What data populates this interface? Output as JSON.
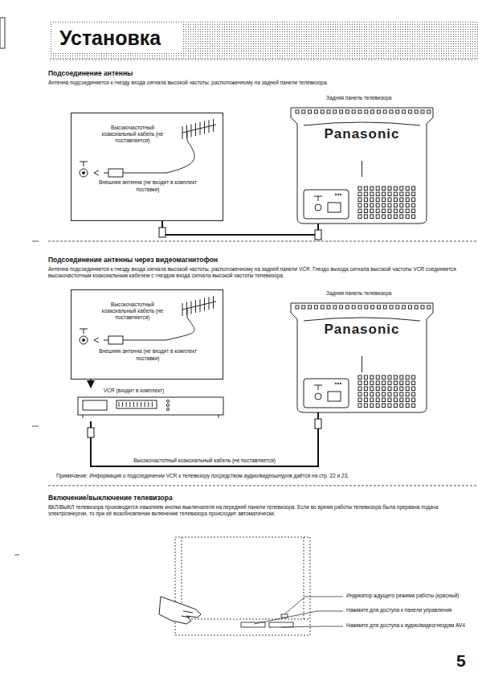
{
  "diagram": {
    "title": "Установка",
    "nodes": [
      {
        "text": [
          "Высокочастотный коаксиальный кабель (не поставляется)",
          "Внешняя антенна (не входит в комплект поставки)"
        ]
      },
      {
        "text": [
          "Задняя панель телевизора",
          "Panasonic"
        ]
      },
      {
        "text": [
          "Высокочастотный коаксиальный кабель (не поставляется)",
          "Внешняя антенна (не входит в комплект поставки)"
        ]
      },
      {
        "text": [
          "VCR (входит в комплект)"
        ]
      },
      {
        "text": [
          "Задняя панель телевизора",
          "Panasonic"
        ]
      }
    ],
    "edges": [
      {
        "from": 0,
        "to": 1,
        "arrow": "none"
      },
      {
        "from": 2,
        "to": 3,
        "arrow": "to"
      },
      {
        "from": 3,
        "to": 4,
        "label": "Высокочастотный коаксиальный кабель (не поставляется)",
        "arrow": "none"
      }
    ],
    "labels": [
      "Подсоединение антенны",
      "Антенна подсоединяется к гнезду входа сигнала высокой частоты, расположенному на задней панели телевизора.",
      "Подсоединение антенны через видеомагнитофон",
      "Антенна подсоединяется к гнезду входа сигнала высокой частоты, расположенному на задней панели VCR. Гнездо выхода сигнала высокой частоты VCR соединяется высокочастотным коаксиальным кабелем с гнездом входа сигнала высокой частоты телевизора.",
      "Примечание: Информация о подсоединении VCR к телевизору посредством аудио/видеошнуров даётся на стр. 22 и 23.",
      "Включение/выключение телевизора",
      "ВКЛ/ВЫКЛ телевизора производится нажатием кнопки выключателя на передней панели телевизора. Если во время работы телевизора была прервана подача электроэнергии, то при её возобновлении включение телевизора происходит автоматически.",
      "Индикатор ждущего режима работы (красный)",
      "Нажмите для доступа к панели управления",
      "Нажмите для доступа к аудио/видеогнездам AV4",
      "5"
    ]
  }
}
